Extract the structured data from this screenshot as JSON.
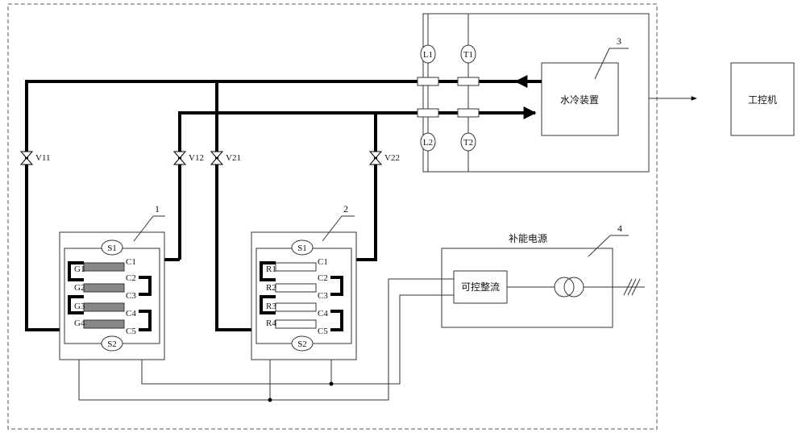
{
  "components": {
    "water_cooling": "水冷装置",
    "ipc": "工控机",
    "rectifier": "可控整流",
    "power_supply_title": "补能电源"
  },
  "callouts": {
    "n1": "1",
    "n2": "2",
    "n3": "3",
    "n4": "4"
  },
  "sensors": {
    "L1": "L1",
    "T1": "T1",
    "L2": "L2",
    "T2": "T2"
  },
  "valves": {
    "V11": "V11",
    "V12": "V12",
    "V21": "V21",
    "V22": "V22"
  },
  "module1": {
    "top": "S1",
    "bottom": "S2",
    "left": [
      "G1",
      "G2",
      "G3",
      "G4"
    ],
    "right": [
      "C1",
      "C2",
      "C3",
      "C4",
      "C5"
    ]
  },
  "module2": {
    "top": "S1",
    "bottom": "S2",
    "left": [
      "R1",
      "R2",
      "R3",
      "R4"
    ],
    "right": [
      "C1",
      "C2",
      "C3",
      "C4",
      "C5"
    ]
  },
  "colors": {
    "line": "#000000",
    "thin": "#333333",
    "dashed_frame": "#555555"
  }
}
